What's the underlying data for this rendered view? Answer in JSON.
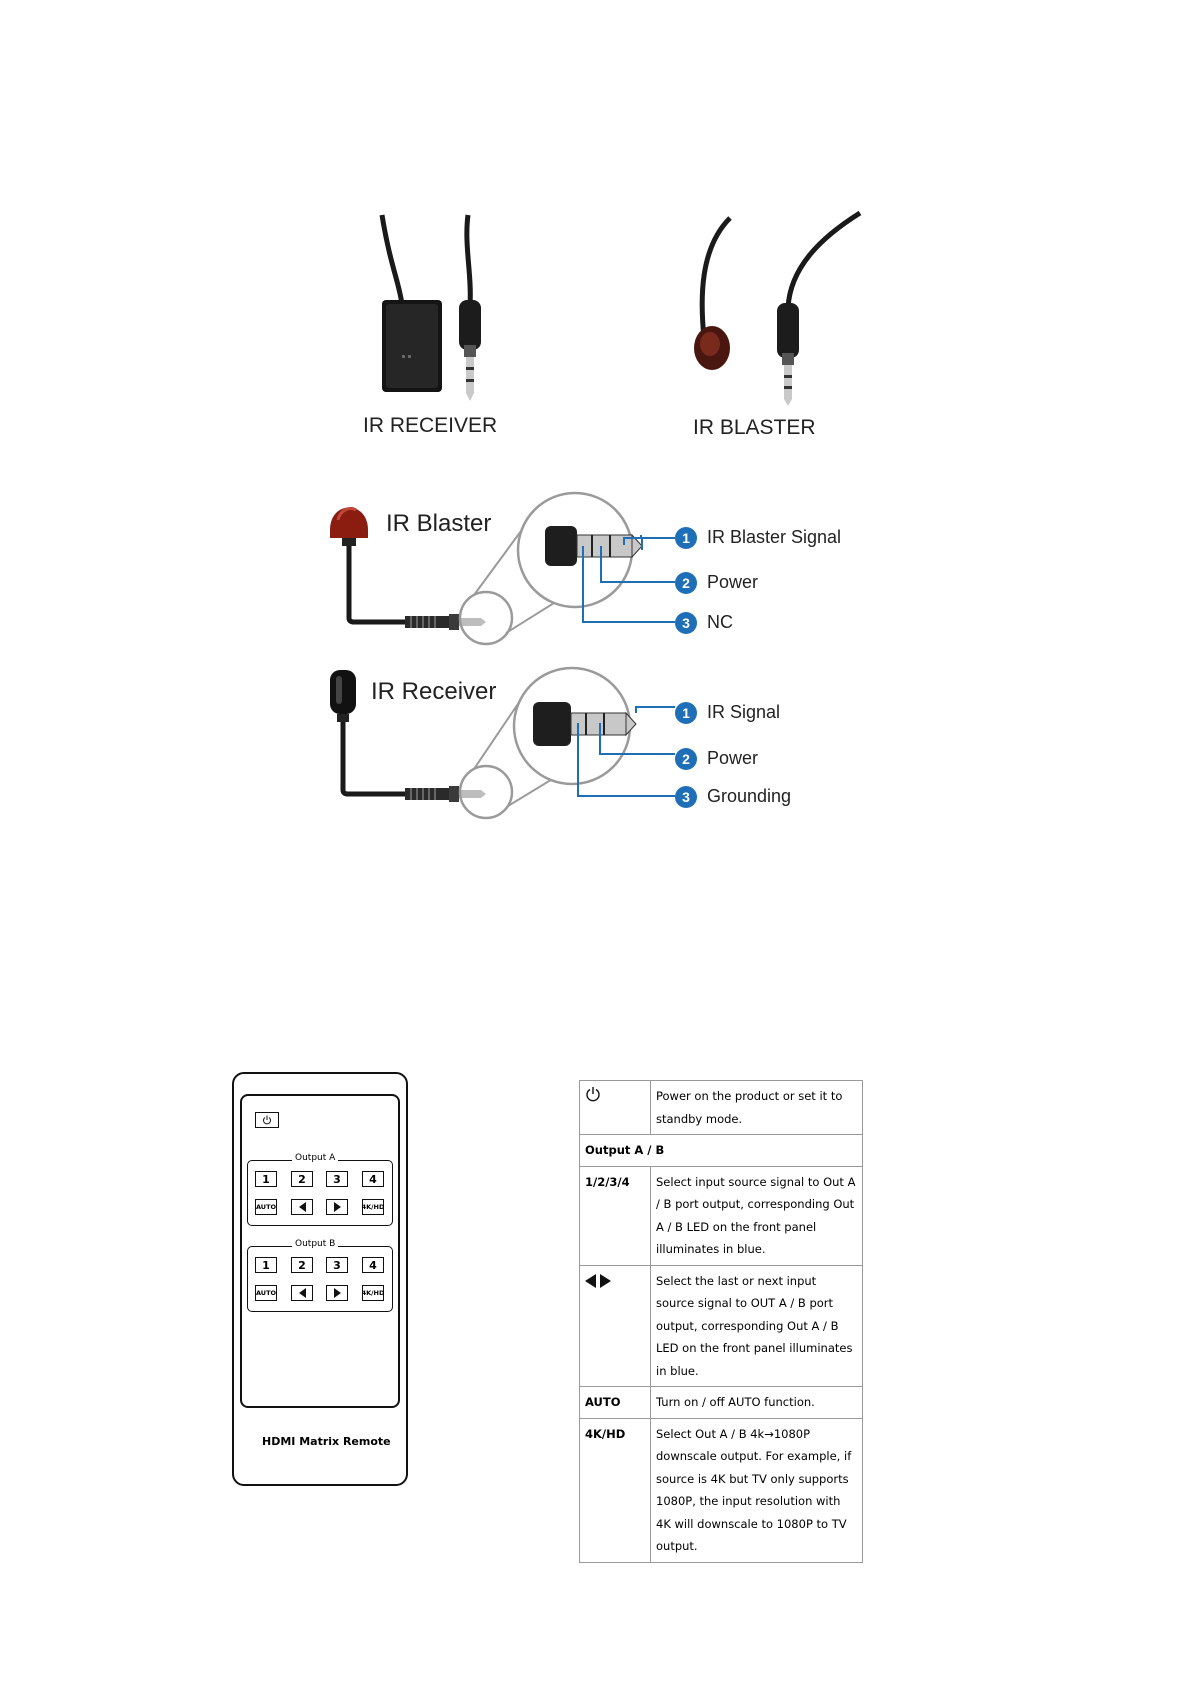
{
  "photos": {
    "receiver_label": "IR RECEIVER",
    "blaster_label": "IR BLASTER"
  },
  "diagram_blaster": {
    "title": "IR Blaster",
    "pins": [
      {
        "num": "1",
        "label": "IR Blaster Signal"
      },
      {
        "num": "2",
        "label": "Power"
      },
      {
        "num": "3",
        "label": "NC"
      }
    ]
  },
  "diagram_receiver": {
    "title": "IR Receiver",
    "pins": [
      {
        "num": "1",
        "label": "IR Signal"
      },
      {
        "num": "2",
        "label": "Power"
      },
      {
        "num": "3",
        "label": "Grounding"
      }
    ]
  },
  "remote": {
    "group_a_label": "Output A",
    "group_b_label": "Output B",
    "numbers": [
      "1",
      "2",
      "3",
      "4"
    ],
    "auto_label": "AUTO",
    "res_label": "4K/HD",
    "name": "HDMI  Matrix Remote"
  },
  "table": {
    "rows": [
      {
        "key": "",
        "icon": "power-icon",
        "desc": "Power on the product or set it to standby mode."
      },
      {
        "span": "Output A / B"
      },
      {
        "key": "1/2/3/4",
        "desc": "Select input source signal to Out A / B port output, corresponding Out A / B LED on the front panel illuminates in blue."
      },
      {
        "key": "",
        "icon": "arrow-left-right-icon",
        "desc": "Select the last or next input source signal to OUT A / B port output, corresponding Out A / B LED on the front panel illuminates in blue."
      },
      {
        "key": "AUTO",
        "desc": "Turn on / off AUTO function."
      },
      {
        "key": "4K/HD",
        "desc": "Select Out A / B 4k→1080P downscale output. For example, if source is 4K but TV only supports 1080P, the input resolution with 4K will downscale to 1080P to TV output."
      }
    ]
  },
  "colors": {
    "pin_blue": "#1f6fb8",
    "blaster_red": "#8a1c10",
    "cable": "#1a1a1a"
  }
}
